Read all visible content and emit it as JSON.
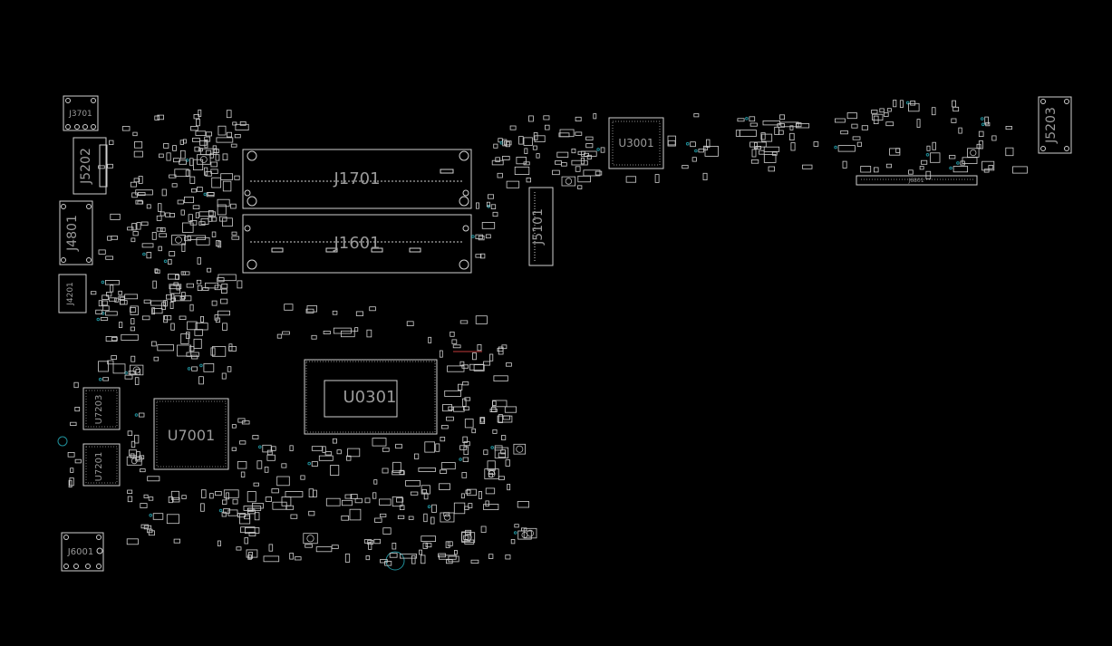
{
  "colors": {
    "background": "#000000",
    "outline": "#d0d0d0",
    "label": "#9a9a9a",
    "via": "#1f8f9a",
    "marker": "#c23a3a"
  },
  "components": {
    "j1701": "J1701",
    "j1601": "J1601",
    "u0301": "U0301",
    "u3001": "U3001",
    "u7001": "U7001",
    "u7203": "U7203",
    "u7201": "U7201",
    "j3701": "J3701",
    "j5202": "J5202",
    "j4801": "J4801",
    "j4201": "J4201",
    "j6001": "J6001",
    "j5101": "J5101",
    "j5203": "J5203",
    "j6801": "J6801"
  }
}
